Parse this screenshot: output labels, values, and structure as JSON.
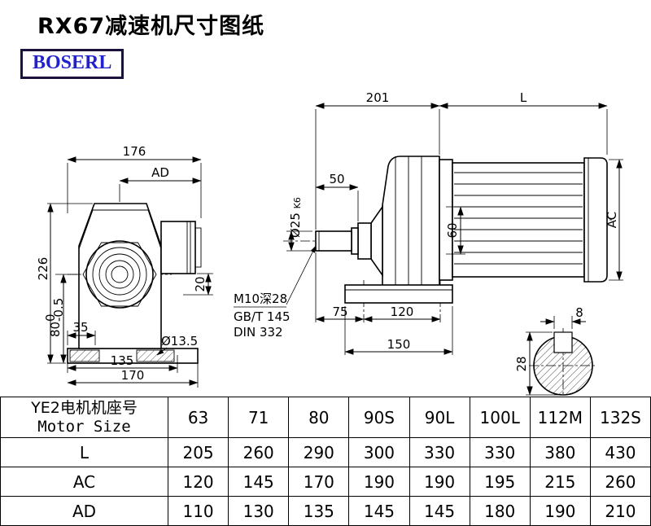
{
  "page": {
    "title": "RX67减速机尺寸图纸",
    "logo_text": "BOSERL"
  },
  "colors": {
    "logo_text": "#2222cc",
    "logo_border": "#1c1040",
    "line": "#000000"
  },
  "front_view": {
    "dim_176": "176",
    "dim_AD": "AD",
    "dim_226": "226",
    "dim_80": "80",
    "dim_80_tol_top": "0",
    "dim_80_tol_bottom": "-0.5",
    "dim_35": "35",
    "dim_135": "135",
    "dim_170": "170",
    "dim_20": "20",
    "hole_dia": "Ø13.5"
  },
  "side_view": {
    "dim_201": "201",
    "dim_L": "L",
    "dim_50": "50",
    "shaft_dia": "Ø25",
    "shaft_tol": "K6",
    "dim_60": "60",
    "dim_AC": "AC",
    "note_thread": "M10深28",
    "note_gb": "GB/T 145",
    "note_din": "DIN 332",
    "dim_75": "75",
    "dim_120": "120",
    "dim_150": "150"
  },
  "section_view": {
    "key_width": "8",
    "dim_28": "28"
  },
  "table": {
    "header": {
      "label_cn": "YE2电机机座号",
      "label_en": "Motor Size",
      "sizes": [
        "63",
        "71",
        "80",
        "90S",
        "90L",
        "100L",
        "112M",
        "132S"
      ]
    },
    "rows": [
      {
        "label": "L",
        "values": [
          "205",
          "260",
          "290",
          "300",
          "330",
          "330",
          "380",
          "430"
        ]
      },
      {
        "label": "AC",
        "values": [
          "120",
          "145",
          "170",
          "190",
          "190",
          "195",
          "215",
          "260"
        ]
      },
      {
        "label": "AD",
        "values": [
          "110",
          "130",
          "135",
          "145",
          "145",
          "180",
          "190",
          "210"
        ]
      }
    ]
  }
}
